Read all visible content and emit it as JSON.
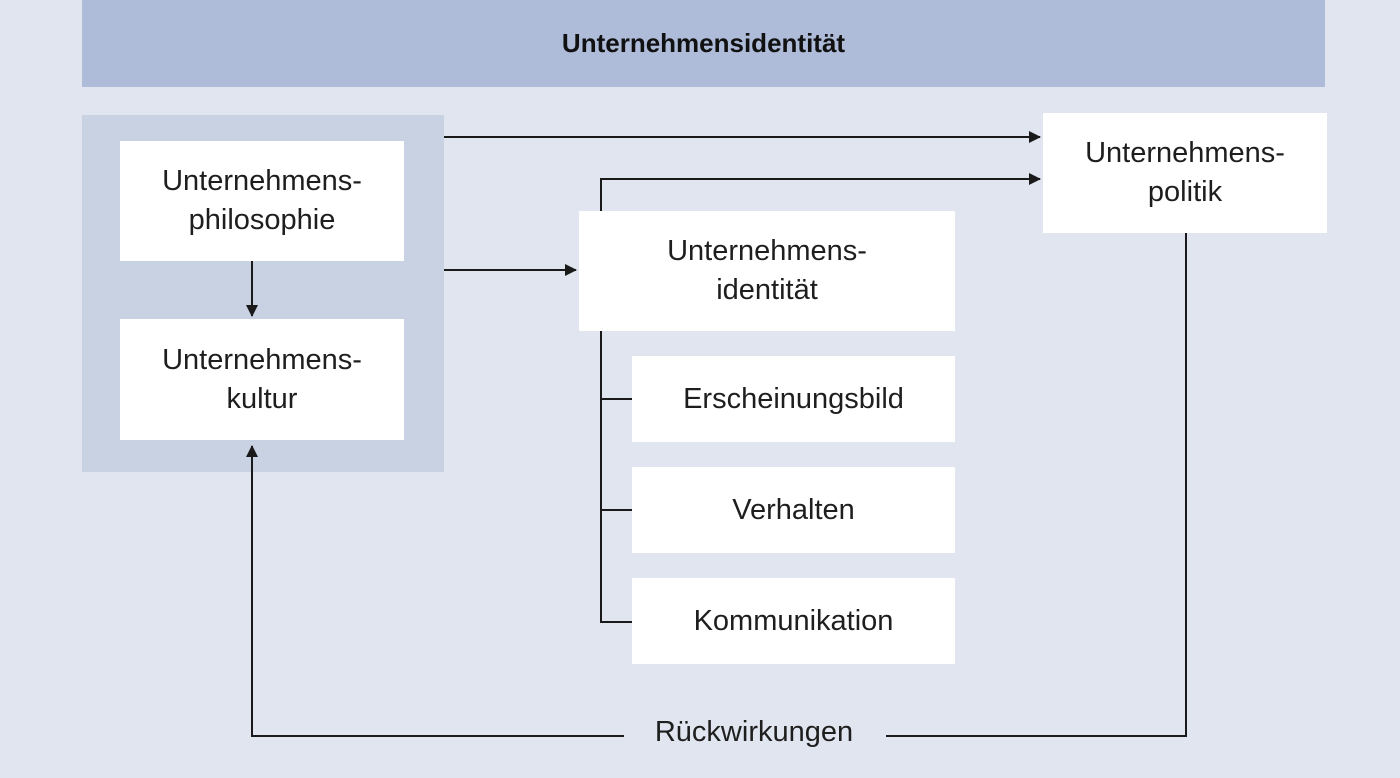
{
  "title": "Unternehmensidentität",
  "nodes": {
    "philosophie": [
      "Unternehmens-",
      "philosophie"
    ],
    "kultur": [
      "Unternehmens-",
      "kultur"
    ],
    "identitaet": [
      "Unternehmens-",
      "identität"
    ],
    "politik": [
      "Unternehmens-",
      "politik"
    ],
    "erscheinungsbild": "Erscheinungsbild",
    "verhalten": "Verhalten",
    "kommunikation": "Kommunikation"
  },
  "feedback_label": "Rückwirkungen"
}
